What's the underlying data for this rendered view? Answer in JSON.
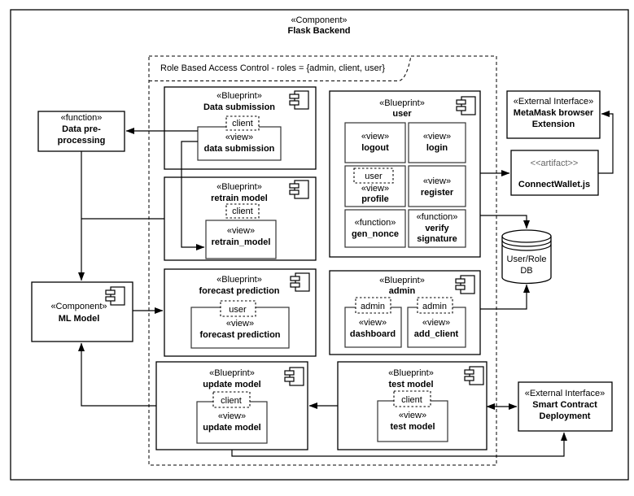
{
  "diagram": {
    "title": {
      "stereotype": "«Component»",
      "name": "Flask Backend"
    },
    "rbac_label": "Role Based Access Control - roles = {admin, client, user}",
    "colors": {
      "stroke": "#000000",
      "background": "#ffffff",
      "artifact_stereotype_text": "#666666"
    },
    "icons": {
      "blueprint_badge": "uml-component-icon",
      "database": "cylinder-db-icon"
    },
    "external": {
      "data_preprocessing": {
        "stereotype": "«function»",
        "name_line1": "Data pre-",
        "name_line2": "processing"
      },
      "ml_model": {
        "stereotype": "«Component»",
        "name": "ML Model"
      },
      "metamask": {
        "stereotype": "«External Interface»",
        "name_line1": "MetaMask browser",
        "name_line2": "Extension"
      },
      "connect_wallet": {
        "stereotype": "<<artifact>>",
        "name": "ConnectWallet.js"
      },
      "smart_contract": {
        "stereotype": "«External Interface»",
        "name_line1": "Smart Contract",
        "name_line2": "Deployment"
      },
      "user_role_db": {
        "name_line1": "User/Role",
        "name_line2": "DB"
      }
    },
    "blueprints": {
      "data_submission": {
        "stereotype": "«Blueprint»",
        "name": "Data submission",
        "role": "client",
        "view_stereotype": "«view»",
        "view_name": "data submission"
      },
      "retrain_model": {
        "stereotype": "«Blueprint»",
        "name": "retrain model",
        "role": "client",
        "view_stereotype": "«view»",
        "view_name": "retrain_model"
      },
      "forecast_prediction": {
        "stereotype": "«Blueprint»",
        "name": "forecast prediction",
        "role": "user",
        "view_stereotype": "«view»",
        "view_name": "forecast prediction"
      },
      "update_model": {
        "stereotype": "«Blueprint»",
        "name": "update model",
        "role": "client",
        "view_stereotype": "«view»",
        "view_name": "update model"
      },
      "test_model": {
        "stereotype": "«Blueprint»",
        "name": "test model",
        "role": "client",
        "view_stereotype": "«view»",
        "view_name": "test model"
      },
      "user": {
        "stereotype": "«Blueprint»",
        "name": "user",
        "items": {
          "logout": {
            "stereotype": "«view»",
            "name": "logout"
          },
          "login": {
            "stereotype": "«view»",
            "name": "login"
          },
          "profile": {
            "role": "user",
            "stereotype": "«view»",
            "name": "profile"
          },
          "register": {
            "stereotype": "«view»",
            "name": "register"
          },
          "gen_nonce": {
            "stereotype": "«function»",
            "name": "gen_nonce"
          },
          "verify_signature": {
            "stereotype": "«function»",
            "name_line1": "verify",
            "name_line2": "signature"
          }
        }
      },
      "admin": {
        "stereotype": "«Blueprint»",
        "name": "admin",
        "items": {
          "dashboard": {
            "role": "admin",
            "stereotype": "«view»",
            "name": "dashboard"
          },
          "add_client": {
            "role": "admin",
            "stereotype": "«view»",
            "name": "add_client"
          }
        }
      }
    }
  }
}
